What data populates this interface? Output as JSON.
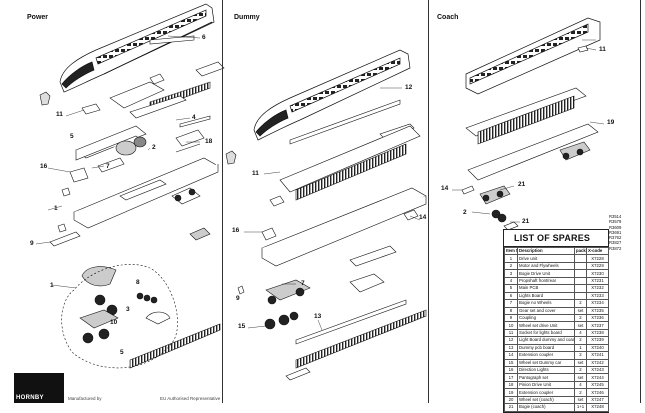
{
  "sections": {
    "power": "Power",
    "dummy": "Dummy",
    "coach": "Coach"
  },
  "callouts": {
    "power": [
      "6",
      "11",
      "4",
      "5",
      "2",
      "18",
      "16",
      "7",
      "1",
      "9",
      "1",
      "8",
      "3",
      "10",
      "5"
    ],
    "dummy": [
      "12",
      "11",
      "16",
      "14",
      "7",
      "9",
      "15",
      "13"
    ],
    "coach": [
      "11",
      "19",
      "14",
      "21",
      "2",
      "21"
    ]
  },
  "product_codes": [
    "R3514",
    "R3579",
    "R3609",
    "R3691",
    "R3762",
    "R3827",
    "R3872"
  ],
  "spares": {
    "title": "LIST OF SPARES",
    "columns": [
      "Item No",
      "Description",
      "pack",
      "X-code"
    ],
    "rows": [
      [
        "1",
        "Drive unit",
        "",
        "X7228"
      ],
      [
        "2",
        "Motor and Flywheels",
        "",
        "X7229"
      ],
      [
        "3",
        "Bogie Drive Unit",
        "",
        "X7230"
      ],
      [
        "4",
        "Propshaft front/rear",
        "",
        "X7231"
      ],
      [
        "5",
        "Main PCB",
        "",
        "X7232"
      ],
      [
        "6",
        "Lights Board",
        "",
        "X7233"
      ],
      [
        "7",
        "Bogie no Wheels",
        "2",
        "X7234"
      ],
      [
        "8",
        "Gear set and cover",
        "set",
        "X7235"
      ],
      [
        "9",
        "Coupling",
        "2",
        "X7236"
      ],
      [
        "10",
        "Wheel set drive Unit",
        "set",
        "X7237"
      ],
      [
        "11",
        "Socket for lights board",
        "4",
        "X7238"
      ],
      [
        "12",
        "Light Board dummy and coach",
        "2",
        "X7239"
      ],
      [
        "13",
        "Dummy pcb board",
        "1",
        "X7240"
      ],
      [
        "14",
        "Extension coupler",
        "2",
        "X7241"
      ],
      [
        "15",
        "Wheel set Dummy car",
        "set",
        "X7242"
      ],
      [
        "16",
        "Direction Lights",
        "2",
        "X7243"
      ],
      [
        "17",
        "Pantograph set",
        "set",
        "X7244"
      ],
      [
        "18",
        "Pinion Drive Unit",
        "4",
        "X7245"
      ],
      [
        "19",
        "Extension coupler",
        "2",
        "X7246"
      ],
      [
        "20",
        "Wheel set (coach)",
        "set",
        "X7247"
      ],
      [
        "21",
        "Bogie (coach)",
        "1+1",
        "X7248"
      ]
    ]
  },
  "logo_text": "HORNBY",
  "footer": {
    "left": "Manufactured by",
    "mid": "EU Authorised Representative"
  }
}
